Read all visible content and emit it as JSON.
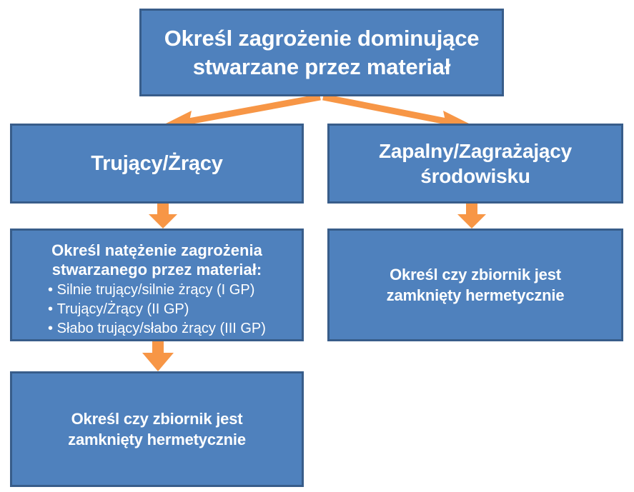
{
  "diagram": {
    "type": "flowchart",
    "language": "pl",
    "colors": {
      "node_fill": "#4F81BD",
      "node_border": "#385D8A",
      "node_text": "#FFFFFF",
      "arrow": "#F79646",
      "background": "#FFFFFF"
    },
    "nodes": {
      "root": {
        "lines": [
          "Określ zagrożenie dominujące",
          "stwarzane przez materiał"
        ]
      },
      "branch_toxic": {
        "lines": [
          "Trujący/Żrący"
        ]
      },
      "branch_flammable": {
        "lines": [
          "Zapalny/Zagrażający",
          "środowisku"
        ]
      },
      "intensity": {
        "heading": [
          "Określ natężenie zagrożenia",
          "stwarzanego przez materiał:"
        ],
        "bullets": [
          "Silnie trujący/silnie żrący  (I GP)",
          "Trujący/Żrący  (II GP)",
          "Słabo trujący/słabo żrący  (III GP)"
        ]
      },
      "sealed_right": {
        "lines": [
          "Określ czy zbiornik jest",
          "zamknięty hermetycznie"
        ]
      },
      "sealed_left": {
        "lines": [
          "Określ czy zbiornik jest",
          "zamknięty hermetycznie"
        ]
      }
    },
    "connectors": [
      {
        "name": "root-to-toxic",
        "style": "elbow-arrow-left"
      },
      {
        "name": "root-to-flammable",
        "style": "elbow-arrow-right"
      },
      {
        "name": "toxic-to-intensity",
        "style": "down-arrow"
      },
      {
        "name": "flammable-to-sealed-right",
        "style": "down-arrow"
      },
      {
        "name": "intensity-to-sealed-left",
        "style": "down-arrow"
      }
    ]
  }
}
